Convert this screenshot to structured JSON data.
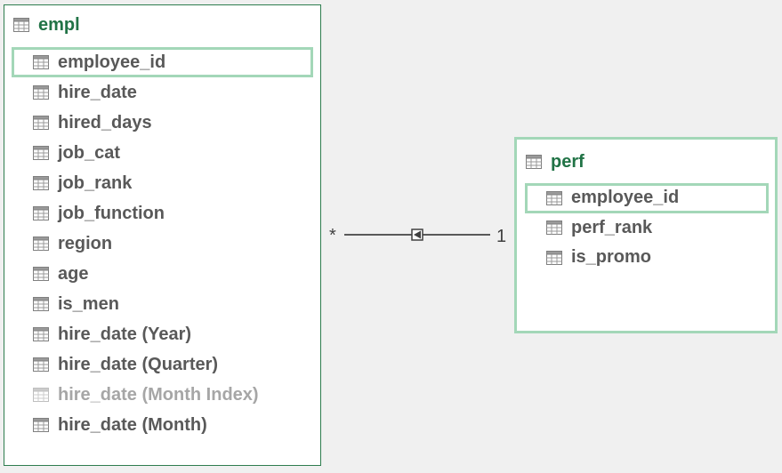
{
  "tables": {
    "empl": {
      "title": "empl",
      "fields": [
        {
          "label": "employee_id",
          "selected": true,
          "hidden": false
        },
        {
          "label": "hire_date",
          "selected": false,
          "hidden": false
        },
        {
          "label": "hired_days",
          "selected": false,
          "hidden": false
        },
        {
          "label": "job_cat",
          "selected": false,
          "hidden": false
        },
        {
          "label": "job_rank",
          "selected": false,
          "hidden": false
        },
        {
          "label": "job_function",
          "selected": false,
          "hidden": false
        },
        {
          "label": "region",
          "selected": false,
          "hidden": false
        },
        {
          "label": "age",
          "selected": false,
          "hidden": false
        },
        {
          "label": "is_men",
          "selected": false,
          "hidden": false
        },
        {
          "label": "hire_date (Year)",
          "selected": false,
          "hidden": false
        },
        {
          "label": "hire_date (Quarter)",
          "selected": false,
          "hidden": false
        },
        {
          "label": "hire_date (Month Index)",
          "selected": false,
          "hidden": true
        },
        {
          "label": "hire_date (Month)",
          "selected": false,
          "hidden": false
        }
      ]
    },
    "perf": {
      "title": "perf",
      "fields": [
        {
          "label": "employee_id",
          "selected": true,
          "hidden": false
        },
        {
          "label": "perf_rank",
          "selected": false,
          "hidden": false
        },
        {
          "label": "is_promo",
          "selected": false,
          "hidden": false
        }
      ]
    }
  },
  "relationship": {
    "many_label": "*",
    "one_label": "1"
  },
  "colors": {
    "title": "#217346",
    "field_text": "#595959",
    "hidden_text": "#a6a6a6",
    "highlight_border": "#a3d7b8",
    "card_border": "#2e7d4f",
    "canvas": "#f0f0f0"
  },
  "icons": {
    "table": "table-icon",
    "field": "field-icon",
    "relationship_arrow": "relationship-arrow-icon"
  }
}
